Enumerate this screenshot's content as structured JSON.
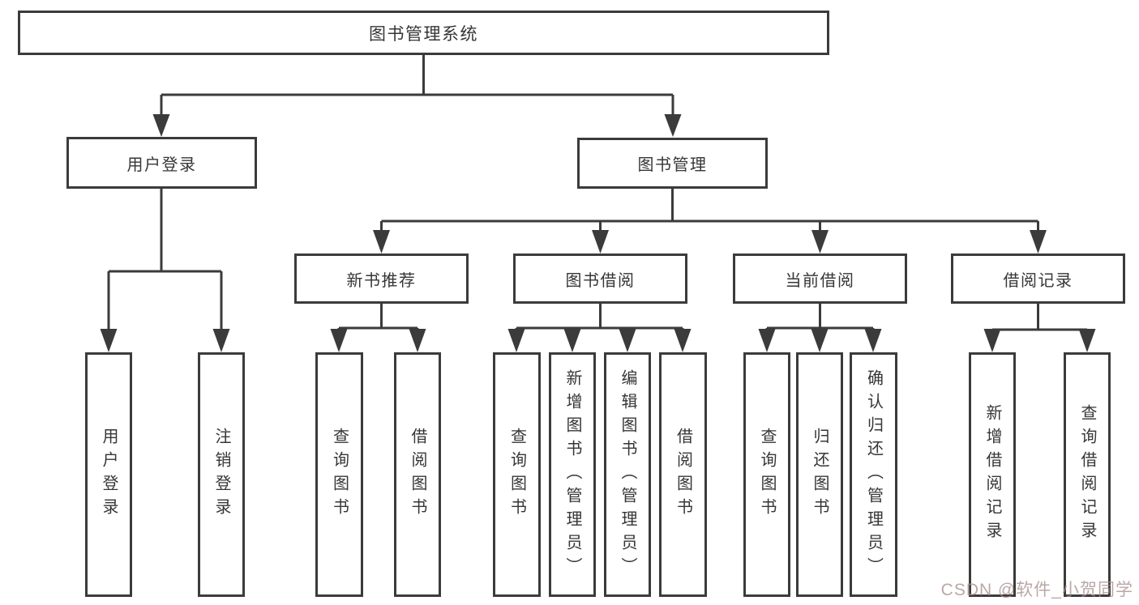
{
  "diagram": {
    "tree": {
      "label": "图书管理系统",
      "children": [
        {
          "label": "用户登录",
          "children": [
            {
              "label": "用户登录"
            },
            {
              "label": "注销登录"
            }
          ]
        },
        {
          "label": "图书管理",
          "children": [
            {
              "label": "新书推荐",
              "children": [
                {
                  "label": "查询图书"
                },
                {
                  "label": "借阅图书"
                }
              ]
            },
            {
              "label": "图书借阅",
              "children": [
                {
                  "label": "查询图书"
                },
                {
                  "label": "新增图书（管理员）"
                },
                {
                  "label": "编辑图书（管理员）"
                },
                {
                  "label": "借阅图书"
                }
              ]
            },
            {
              "label": "当前借阅",
              "children": [
                {
                  "label": "查询图书"
                },
                {
                  "label": "归还图书"
                },
                {
                  "label": "确认归还（管理员）"
                }
              ]
            },
            {
              "label": "借阅记录",
              "children": [
                {
                  "label": "新增借阅记录"
                },
                {
                  "label": "查询借阅记录"
                }
              ]
            }
          ]
        }
      ]
    },
    "colors": {
      "line": "#3b3b3b",
      "text": "#363636",
      "background": "#ffffff",
      "watermark": "#a88e8e"
    }
  },
  "watermark": {
    "text": "CSDN @软件_小贺同学"
  }
}
